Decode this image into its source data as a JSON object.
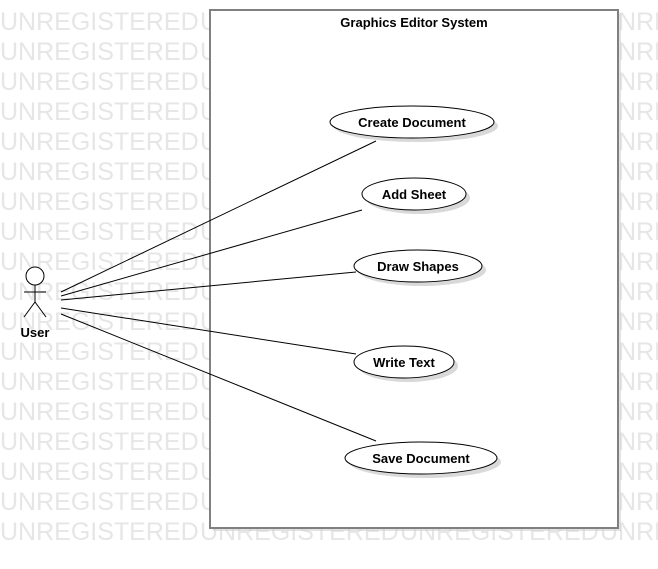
{
  "watermark_text": "UNREGISTERED",
  "system": {
    "title": "Graphics Editor System"
  },
  "actor": {
    "label": "User"
  },
  "use_cases": [
    {
      "label": "Create Document"
    },
    {
      "label": "Add Sheet"
    },
    {
      "label": "Draw Shapes"
    },
    {
      "label": "Write Text"
    },
    {
      "label": "Save Document"
    }
  ],
  "colors": {
    "watermark": "#e6e6e6",
    "boundary": "#808080",
    "shadow": "#d9d9d9",
    "stroke": "#000000"
  }
}
